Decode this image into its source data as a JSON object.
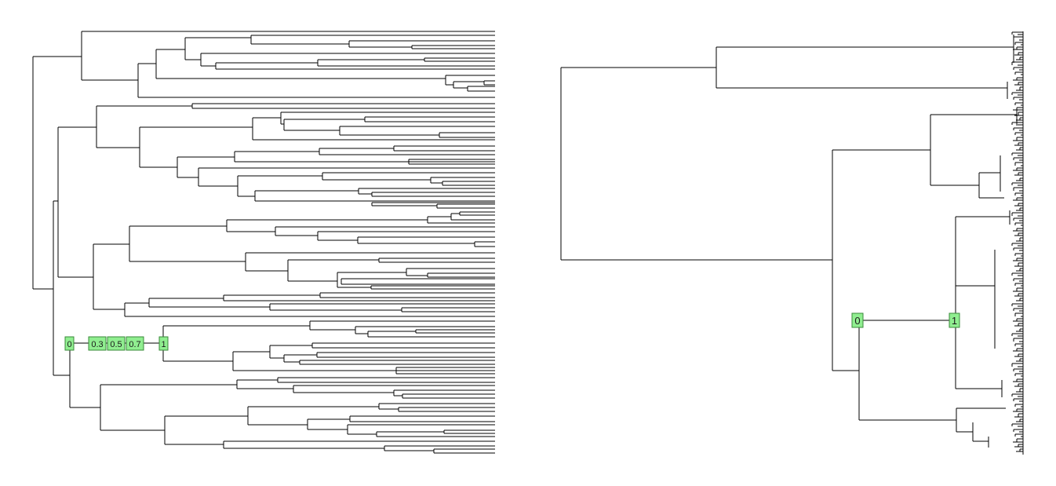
{
  "colors": {
    "edge": "#000000",
    "label_fill": "#90ee90",
    "background": "#ffffff"
  },
  "left_tree": {
    "node_labels": [
      "0",
      "0.3",
      "0.5",
      "0.7",
      "1"
    ]
  },
  "right_tree": {
    "node_labels": [
      "0",
      "1"
    ]
  }
}
